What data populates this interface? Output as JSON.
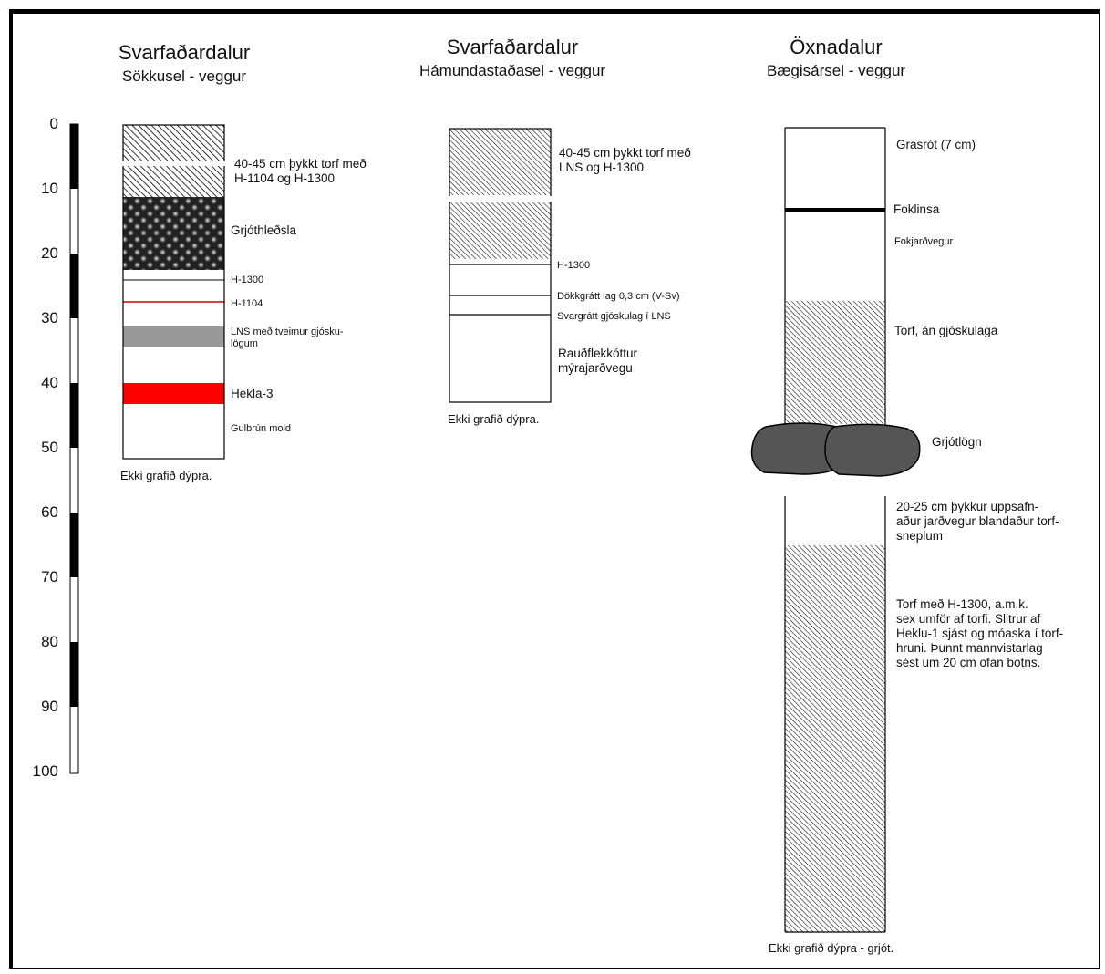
{
  "depth_scale": {
    "ticks": [
      "0",
      "10",
      "20",
      "30",
      "40",
      "50",
      "60",
      "70",
      "80",
      "90",
      "100"
    ]
  },
  "columns": [
    {
      "title": "Svarfaðardalur",
      "subtitle": "Sökkusel - veggur",
      "labels": [
        "40-45 cm þykkt torf með\nH-1104 og H-1300",
        "Grjóthleðsla",
        "H-1300",
        "H-1104",
        "LNS með tveimur gjósku-\nlögum",
        "Hekla-3",
        "Gulbrún mold"
      ],
      "footer": "Ekki grafið dýpra."
    },
    {
      "title": "Svarfaðardalur",
      "subtitle": "Hámundastaðasel - veggur",
      "labels": [
        "40-45 cm þykkt torf með\nLNS og H-1300",
        "H-1300",
        "Dökkgrátt lag 0,3 cm (V-Sv)",
        "Svargrátt gjóskulag í LNS",
        "Rauðflekkóttur\nmýrajarðvegu"
      ],
      "footer": "Ekki grafið dýpra."
    },
    {
      "title": "Öxnadalur",
      "subtitle": "Bægisársel - veggur",
      "labels": [
        "Grasrót (7 cm)",
        "Foklinsa",
        "Fokjarðvegur",
        "Torf, án gjóskulaga",
        "Grjótlögn",
        "20-25 cm þykkur uppsafn-\naður jarðvegur blandaður torf-\nsneplum",
        "Torf með H-1300, a.m.k.\nsex umför af torfi. Slitrur af\nHeklu-1 sjást og móaska í torf-\nhruni. Þunnt mannvistarlag\nsést um 20 cm ofan botns."
      ],
      "footer": "Ekki grafið dýpra - grjót."
    }
  ],
  "colors": {
    "hekla3": "#ff0000",
    "h1104_line": "#cc0000",
    "lns_band": "#999999",
    "stone": "#555555",
    "ink": "#000000"
  }
}
